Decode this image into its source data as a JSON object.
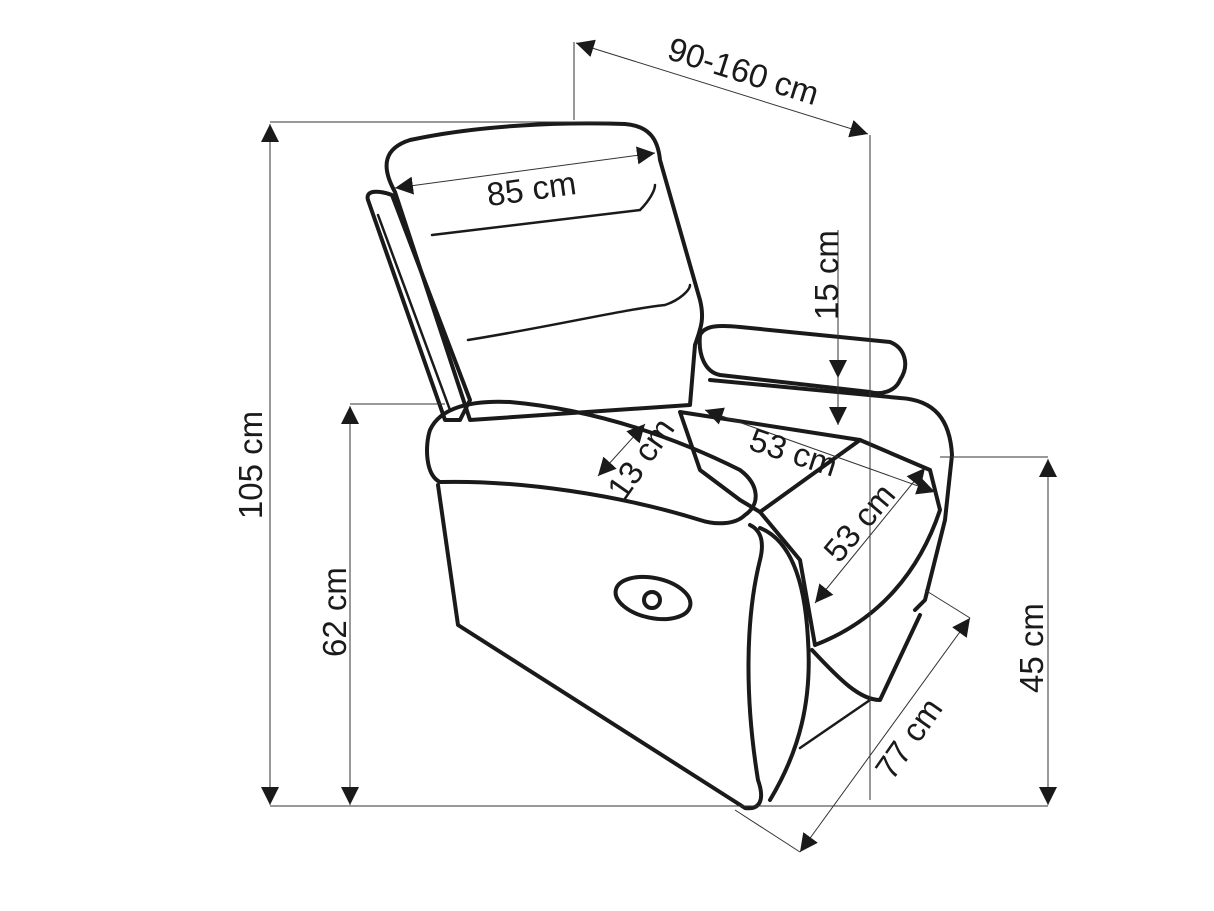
{
  "dimensions": {
    "reclined_depth": "90-160 cm",
    "width": "85 cm",
    "armrest_height_above_seat": "15 cm",
    "total_height": "105 cm",
    "armrest_height": "62 cm",
    "armrest_width": "13 cm",
    "seat_width": "53 cm",
    "seat_depth": "53 cm",
    "seat_height": "45 cm",
    "depth": "77 cm"
  },
  "colors": {
    "line": "#1a1a1a",
    "background": "#ffffff"
  }
}
